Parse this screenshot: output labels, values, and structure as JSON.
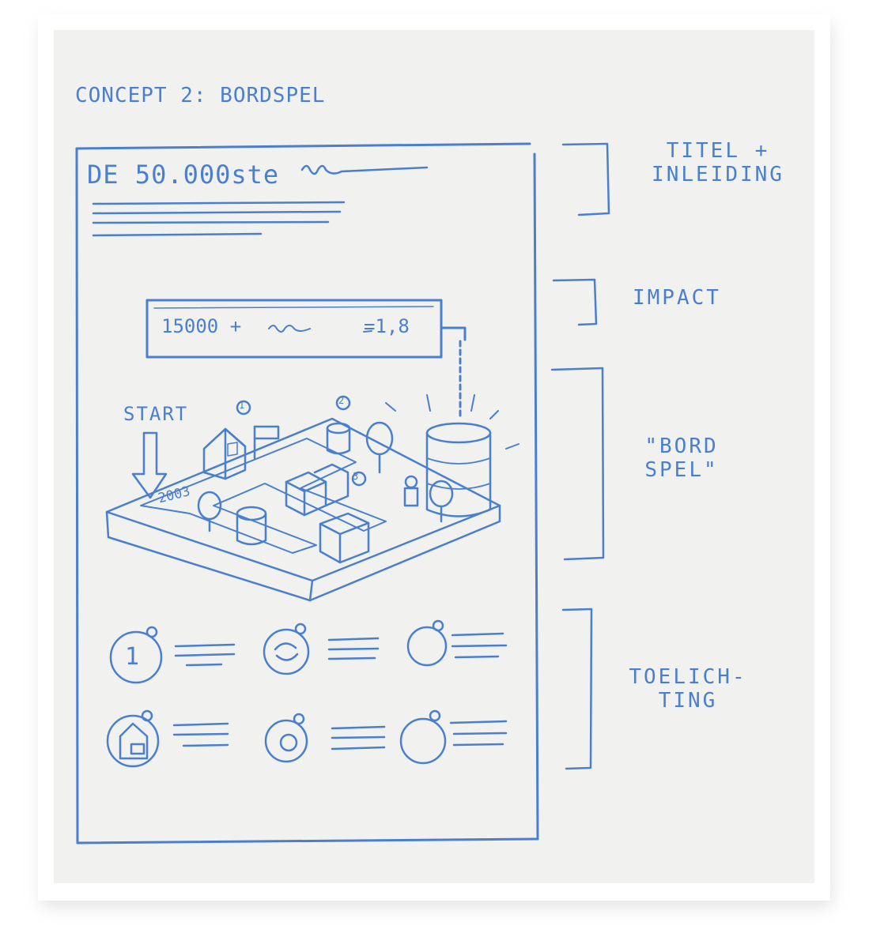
{
  "sketch": {
    "title": "CONCEPT 2: BORDSPEL",
    "page_heading": "DE 50.000ste",
    "impact_stat_left": "15000 +",
    "impact_stat_right": "=1,8",
    "board_start": "START",
    "board_year": "2003",
    "board_markers": [
      "1",
      "2",
      "3"
    ],
    "legend_first_number": "1"
  },
  "annotations": {
    "titel_inleiding": "TITEL +\nINLEIDING",
    "impact": "IMPACT",
    "bordspel": "\"BORD\nSPEL\"",
    "toelichting": "TOELICH-\nTING"
  },
  "colors": {
    "pencil": "#4a7fd0",
    "paper": "#f1f1f0"
  }
}
